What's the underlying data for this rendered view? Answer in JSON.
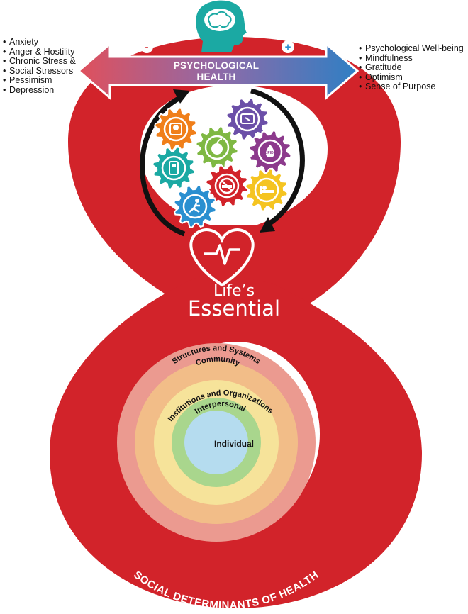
{
  "header": {
    "brain_icon": "brain-head-icon"
  },
  "psych_arrow": {
    "label": [
      "PSYCHOLOGICAL",
      "HEALTH"
    ],
    "minus_sign": "-",
    "plus_sign": "+",
    "left_color": "#e0505c",
    "right_color": "#2f7fc4"
  },
  "negative_factors": [
    "Anxiety",
    "Anger & Hostility",
    "Chronic Stress &",
    "Social Stressors",
    "Pessimism",
    "Depression"
  ],
  "positive_factors": [
    "Psychological Well-being",
    "Mindfulness",
    "Gratitude",
    "Optimism",
    "Sense of Purpose"
  ],
  "gears": [
    {
      "icon": "scale-icon",
      "color": "#f07f1a"
    },
    {
      "icon": "tablet-icon",
      "color": "#6b4fa8"
    },
    {
      "icon": "apple-icon",
      "color": "#7fb843"
    },
    {
      "icon": "lipids-icon",
      "badge": "LIPIDS",
      "color": "#8c3a8c"
    },
    {
      "icon": "glucose-meter-icon",
      "color": "#1ba9a3"
    },
    {
      "icon": "no-smoking-icon",
      "color": "#d2232a"
    },
    {
      "icon": "sleep-icon",
      "color": "#f5c421"
    },
    {
      "icon": "exercise-icon",
      "color": "#2a8fd0"
    }
  ],
  "heart": {
    "icon": "heart-pulse-icon",
    "color": "#d2232a"
  },
  "lifes_essential": {
    "line1": "Life’s",
    "line2": "Essential"
  },
  "rings": {
    "structures": "Structures and Systems",
    "community": "Community",
    "institutions": "Institutions and Organizations",
    "interpersonal": "Interpersonal",
    "individual": "Individual",
    "colors": [
      "#eb9a90",
      "#f2bd88",
      "#f6e39a",
      "#a9d68d",
      "#b5dcef"
    ]
  },
  "bottom_label": "SOCIAL DETERMINANTS OF HEALTH",
  "colors": {
    "eight_red": "#d2232a"
  }
}
